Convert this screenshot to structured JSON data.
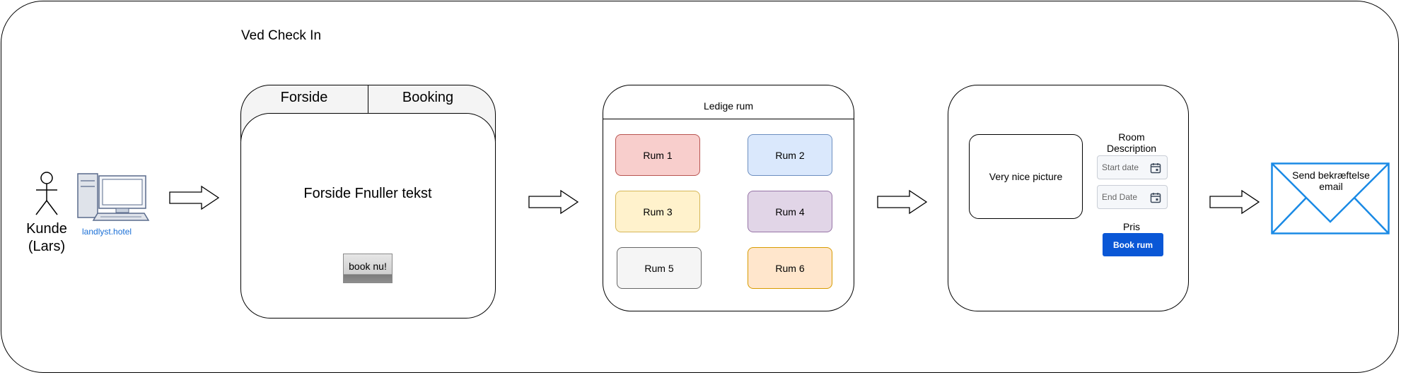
{
  "title": "Ved Check In",
  "actor": {
    "label": "Kunde\n(Lars)",
    "icon": "stick-figure-icon"
  },
  "computer": {
    "caption": "landlyst.hotel",
    "icon": "desktop-computer-icon"
  },
  "frontpage": {
    "tabs": [
      "Forside",
      "Booking"
    ],
    "text": "Forside Fnuller tekst",
    "button_label": "book nu!"
  },
  "rooms_panel": {
    "title": "Ledige rum",
    "rooms": [
      {
        "label": "Rum 1",
        "fill": "#f8cecc",
        "stroke": "#b85450"
      },
      {
        "label": "Rum 2",
        "fill": "#dae8fc",
        "stroke": "#6c8ebf"
      },
      {
        "label": "Rum 3",
        "fill": "#fff2cc",
        "stroke": "#d6b656"
      },
      {
        "label": "Rum 4",
        "fill": "#e1d5e7",
        "stroke": "#9673a6"
      },
      {
        "label": "Rum 5",
        "fill": "#f5f5f5",
        "stroke": "#666666"
      },
      {
        "label": "Rum 6",
        "fill": "#ffe6cc",
        "stroke": "#d79b00"
      }
    ]
  },
  "booking_panel": {
    "picture_label": "Very nice picture",
    "room_description": "Room Description",
    "start_date_placeholder": "Start date",
    "end_date_placeholder": "End Date",
    "price_label": "Pris",
    "book_button": "Book rum",
    "accent_color": "#0a57d6"
  },
  "email": {
    "label": "Send bekræftelse email",
    "icon": "envelope-icon",
    "color": "#1a8ae5"
  }
}
